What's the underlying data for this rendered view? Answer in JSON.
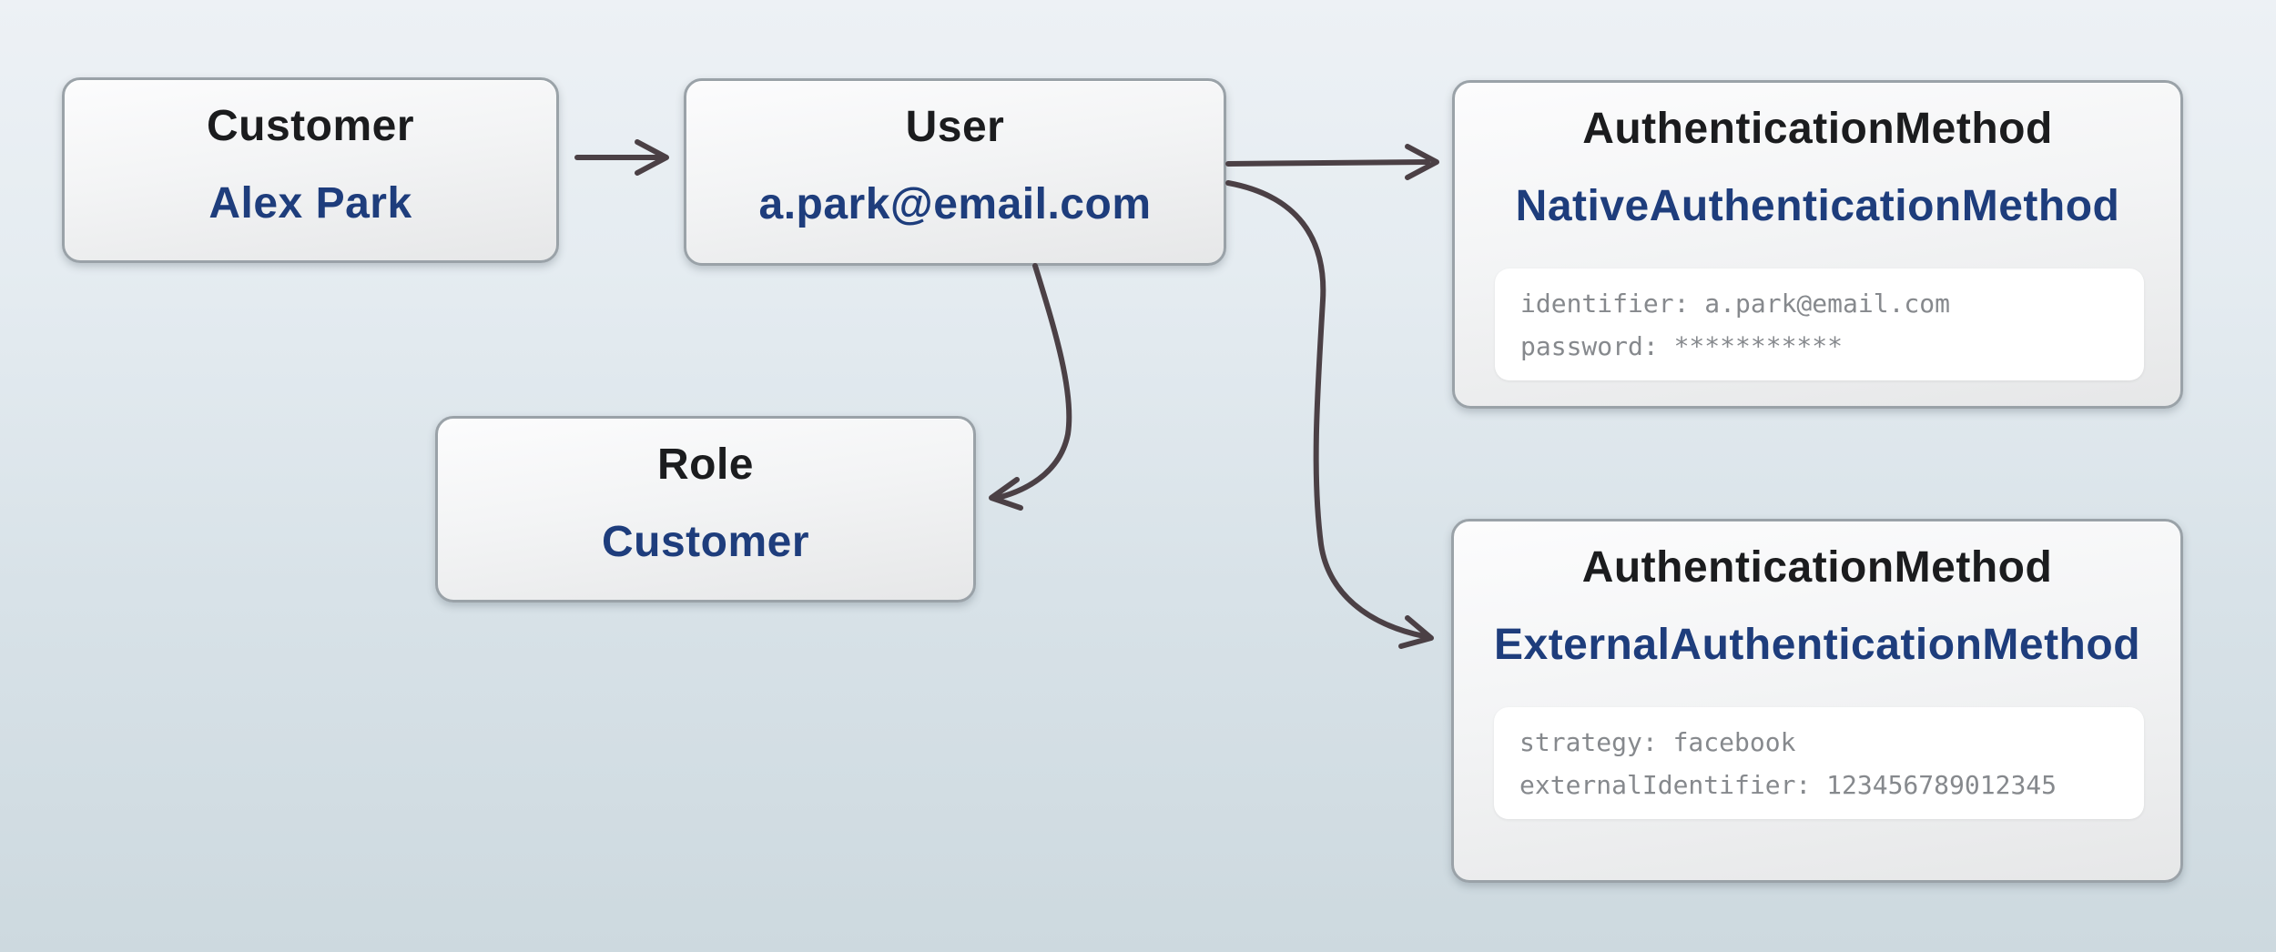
{
  "diagram": {
    "nodes": {
      "customer": {
        "title": "Customer",
        "value": "Alex Park"
      },
      "user": {
        "title": "User",
        "value": "a.park@email.com"
      },
      "native_auth": {
        "title": "AuthenticationMethod",
        "value": "NativeAuthenticationMethod",
        "attrs": [
          "identifier: a.park@email.com",
          "password: ***********"
        ]
      },
      "role": {
        "title": "Role",
        "value": "Customer"
      },
      "external_auth": {
        "title": "AuthenticationMethod",
        "value": "ExternalAuthenticationMethod",
        "attrs": [
          "strategy: facebook",
          "externalIdentifier: 123456789012345"
        ]
      }
    },
    "edges": [
      {
        "from": "Customer",
        "to": "User"
      },
      {
        "from": "User",
        "to": "NativeAuthenticationMethod"
      },
      {
        "from": "User",
        "to": "Role"
      },
      {
        "from": "User",
        "to": "ExternalAuthenticationMethod"
      }
    ],
    "colors": {
      "background_top": "#edf1f5",
      "background_bottom": "#cdd9df",
      "card_border": "#9aa2a8",
      "card_fill_top": "#fcfcfd",
      "card_fill_bottom": "#e6e7e8",
      "title_text": "#1b1c1e",
      "value_text": "#1e3d7c",
      "attr_panel_fill": "#ffffff",
      "attr_text": "#86898d",
      "arrow": "#4b4045"
    }
  }
}
